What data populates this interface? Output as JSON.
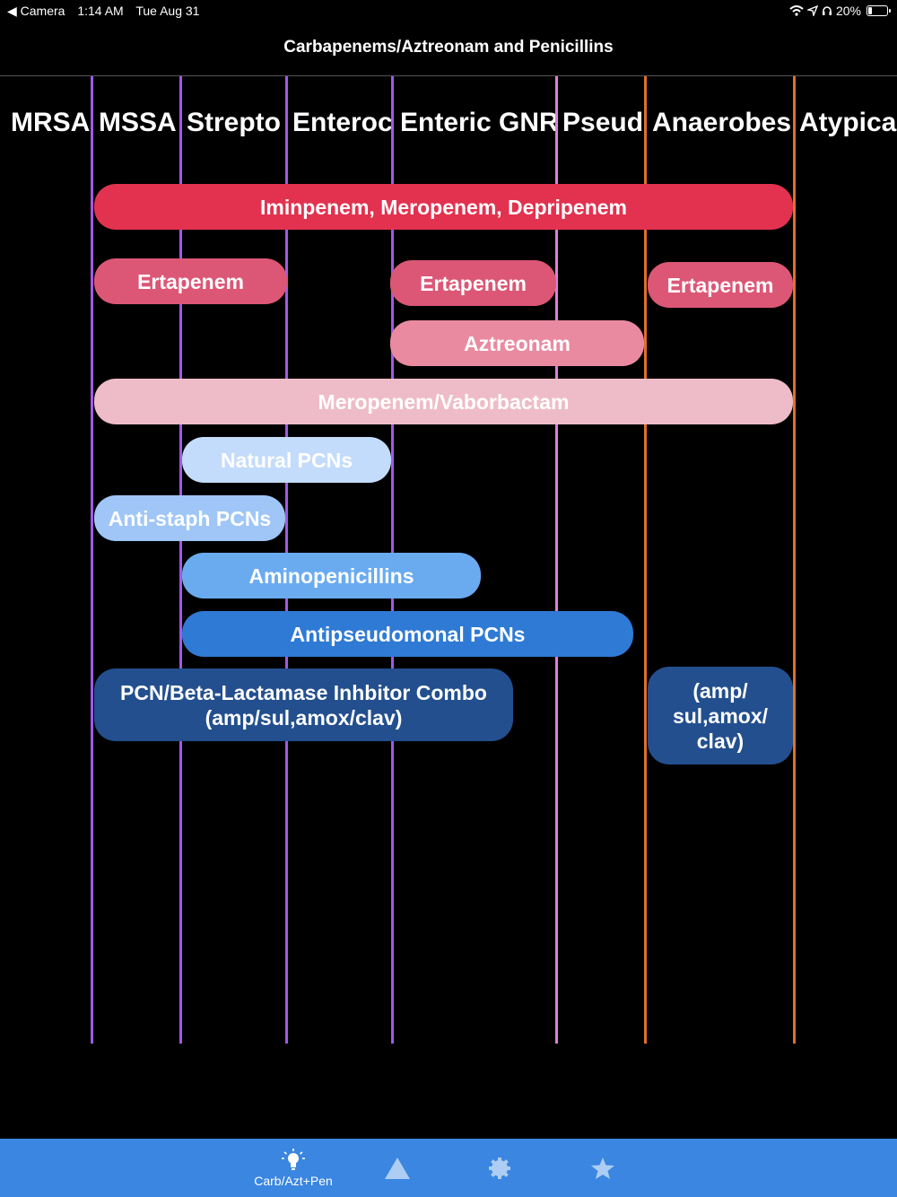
{
  "status_bar": {
    "back_app": "Camera",
    "time": "1:14 AM",
    "date": "Tue Aug 31",
    "battery": "20%",
    "battery_level": 0.2
  },
  "nav": {
    "title": "Carbapenems/Aztreonam and Penicillins"
  },
  "columns": [
    {
      "key": "mrsa",
      "label": "MRSA"
    },
    {
      "key": "mssa",
      "label": "MSSA"
    },
    {
      "key": "strepto",
      "label": "Strepto"
    },
    {
      "key": "enteroc",
      "label": "Enteroc"
    },
    {
      "key": "enteric_gnr",
      "label": "Enteric GNR"
    },
    {
      "key": "pseud",
      "label": "Pseud"
    },
    {
      "key": "anaerobes",
      "label": "Anaerobes"
    },
    {
      "key": "atypical",
      "label": "Atypical"
    }
  ],
  "divider_colors": [
    "#a259e6",
    "#a259e6",
    "#a259e6",
    "#a259e6",
    "#e07fd8",
    "#e0702a",
    "#e0702a"
  ],
  "bars": [
    {
      "label": "Iminpenem, Meropenem, Depripenem",
      "color": "#e2324f"
    },
    {
      "label": "Ertapenem",
      "color": "#dc5776"
    },
    {
      "label": "Ertapenem",
      "color": "#dc5776"
    },
    {
      "label": "Ertapenem",
      "color": "#dc5776"
    },
    {
      "label": "Aztreonam",
      "color": "#e98aa0"
    },
    {
      "label": "Meropenem/Vaborbactam",
      "color": "#eebcc8"
    },
    {
      "label": "Natural PCNs",
      "color": "#c4dcfb"
    },
    {
      "label": "Anti-staph PCNs",
      "color": "#9fc6f7"
    },
    {
      "label": "Aminopenicillins",
      "color": "#6aabf0"
    },
    {
      "label": "Antipseudomonal PCNs",
      "color": "#2f7ad4"
    },
    {
      "label": "PCN/Beta-Lactamase Inhbitor Combo\n(amp/sul,amox/clav)",
      "color": "#234f8e"
    },
    {
      "label": "(amp/\nsul,amox/\nclav)",
      "color": "#234f8e"
    }
  ],
  "tab_bar": {
    "tabs": [
      {
        "label": "Carb/Azt+Pen",
        "icon": "lightbulb-icon",
        "selected": true
      },
      {
        "label": "",
        "icon": "triangle-icon"
      },
      {
        "label": "",
        "icon": "gear-icon"
      },
      {
        "label": "",
        "icon": "star-icon"
      }
    ]
  }
}
